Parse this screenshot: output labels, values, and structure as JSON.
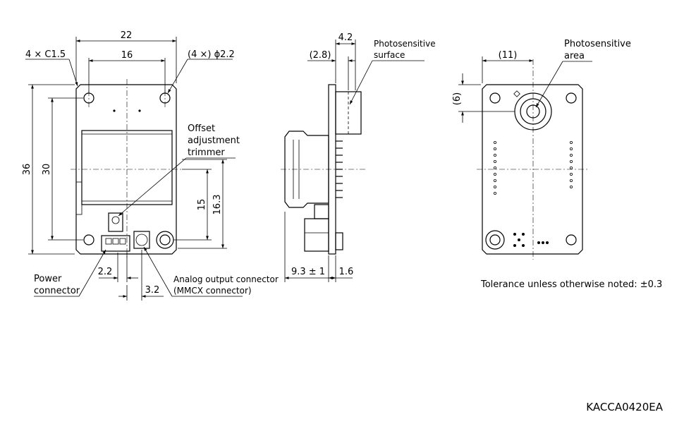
{
  "front_view": {
    "dim_width_overall": "22",
    "dim_hole_pitch_x": "16",
    "dim_height_overall": "36",
    "dim_hole_pitch_y": "30",
    "dim_15": "15",
    "dim_16_3": "16.3",
    "dim_2_2": "2.2",
    "dim_3_2": "3.2",
    "chamfer_note": "4 × C1.5",
    "hole_note": "(4 ×) ϕ2.2",
    "offset_label_line1": "Offset",
    "offset_label_line2": "adjustment",
    "offset_label_line3": "trimmer",
    "power_label_line1": "Power",
    "power_label_line2": "connector",
    "analog_label_line1": "Analog output connector",
    "analog_label_line2": "(MMCX connector)"
  },
  "side_view": {
    "dim_4_2": "4.2",
    "dim_2_8": "(2.8)",
    "surface_label_line1": "Photosensitive",
    "surface_label_line2": "surface",
    "dim_9_3": "9.3 ± 1",
    "dim_1_6": "1.6"
  },
  "back_view": {
    "dim_11": "(11)",
    "dim_6": "(6)",
    "area_label_line1": "Photosensitive",
    "area_label_line2": "area"
  },
  "tolerance_note": "Tolerance unless otherwise noted: ±0.3",
  "drawing_code": "KACCA0420EA"
}
